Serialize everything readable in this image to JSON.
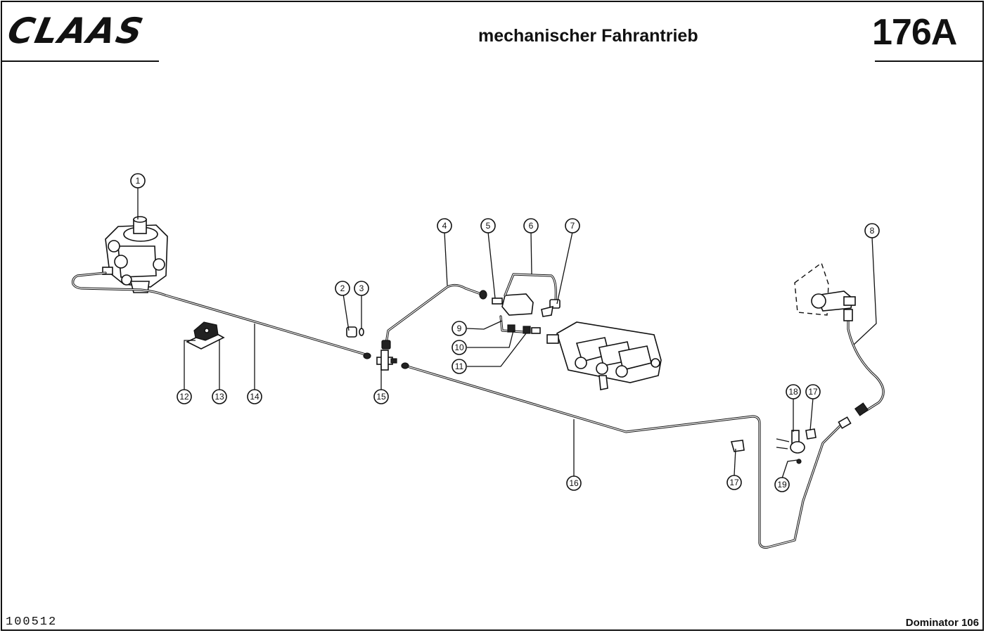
{
  "header": {
    "logo_text": "CLAAS",
    "title": "mechanischer Fahrantrieb",
    "page_number": "176A"
  },
  "footer": {
    "document_number": "100512",
    "model": "Dominator 106"
  },
  "callouts": [
    {
      "id": "c1",
      "label": "1"
    },
    {
      "id": "c2",
      "label": "2"
    },
    {
      "id": "c3",
      "label": "3"
    },
    {
      "id": "c4",
      "label": "4"
    },
    {
      "id": "c5",
      "label": "5"
    },
    {
      "id": "c6",
      "label": "6"
    },
    {
      "id": "c7",
      "label": "7"
    },
    {
      "id": "c8",
      "label": "8"
    },
    {
      "id": "c9",
      "label": "9"
    },
    {
      "id": "c10",
      "label": "10"
    },
    {
      "id": "c11",
      "label": "11"
    },
    {
      "id": "c12",
      "label": "12"
    },
    {
      "id": "c13",
      "label": "13"
    },
    {
      "id": "c14",
      "label": "14"
    },
    {
      "id": "c15",
      "label": "15"
    },
    {
      "id": "c16",
      "label": "16"
    },
    {
      "id": "c17a",
      "label": "17"
    },
    {
      "id": "c17b",
      "label": "17"
    },
    {
      "id": "c18",
      "label": "18"
    },
    {
      "id": "c19",
      "label": "19"
    }
  ]
}
